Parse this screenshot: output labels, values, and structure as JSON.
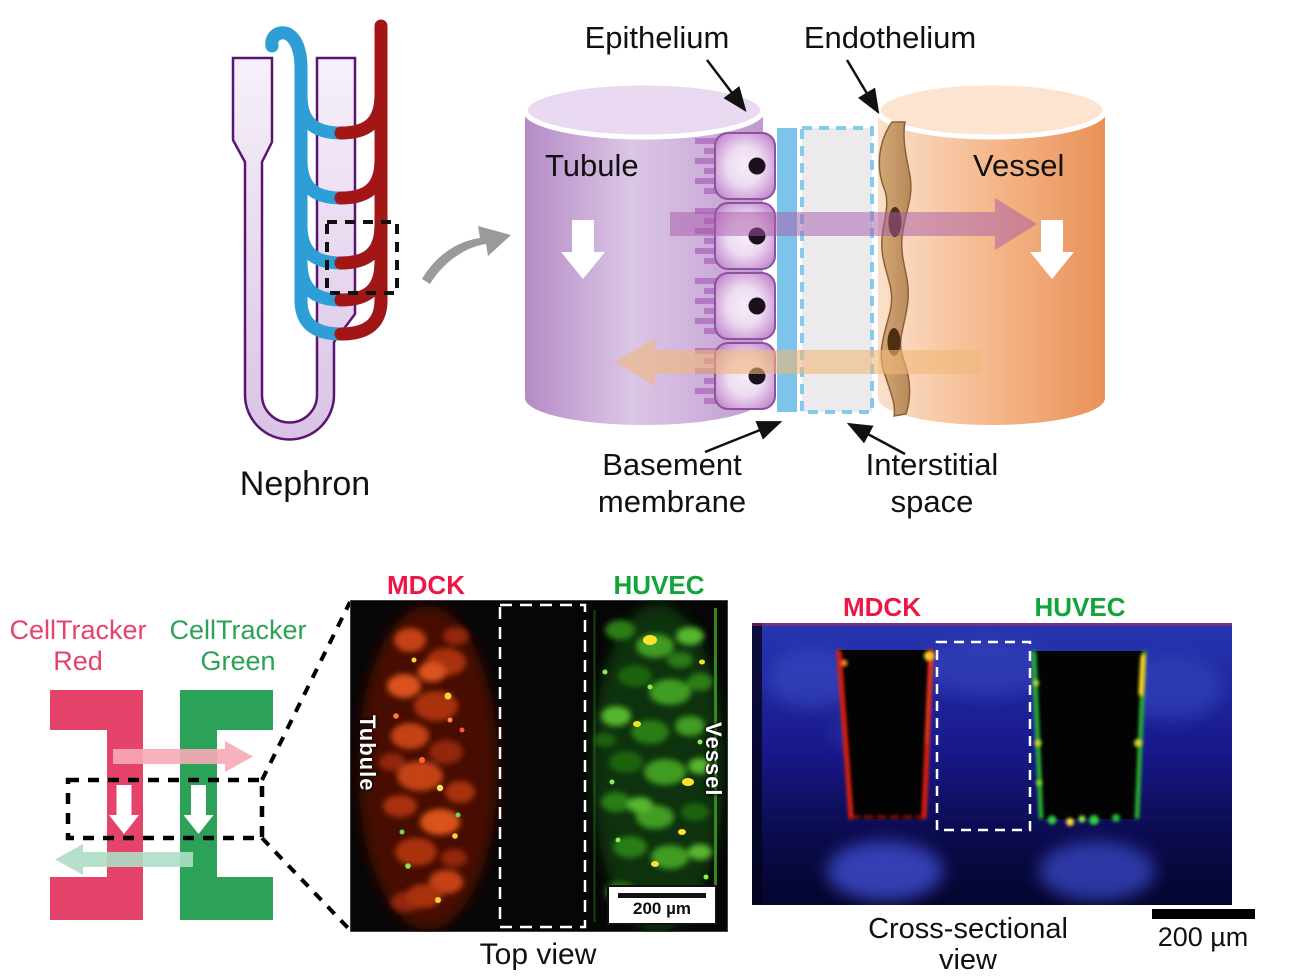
{
  "colors": {
    "celltracker_red": "#E5436A",
    "celltracker_green": "#2BA258",
    "mdck_red": "#ED1747",
    "huvec_green": "#12A33A",
    "nephron_blue": "#2E9ED6",
    "nephron_red": "#A31616",
    "tubule_purple": "#C9A6D8",
    "vessel_orange": "#F3AF7F",
    "basement_blue": "#7CC4EA",
    "interstitial_gray": "#EBEBEE",
    "endothelium_tan": "#C79A6B",
    "flow_purple": "#A85AA8",
    "flow_orange": "#F0B878"
  },
  "nephron_panel": {
    "caption": "Nephron"
  },
  "tissue_panel": {
    "epithelium_label": "Epithelium",
    "endothelium_label": "Endothelium",
    "tubule_label": "Tubule",
    "vessel_label": "Vessel",
    "basement_label": "Basement\nmembrane",
    "interstitial_label": "Interstitial\nspace"
  },
  "device_panel": {
    "red_label": "CellTracker\nRed",
    "green_label": "CellTracker\nGreen"
  },
  "top_view_panel": {
    "mdck_label": "MDCK",
    "huvec_label": "HUVEC",
    "tubule_label": "Tubule",
    "vessel_label": "Vessel",
    "scale_label": "200 µm",
    "caption": "Top view"
  },
  "cross_section_panel": {
    "mdck_label": "MDCK",
    "huvec_label": "HUVEC",
    "scale_label": "200 µm",
    "caption": "Cross-sectional\nview"
  }
}
